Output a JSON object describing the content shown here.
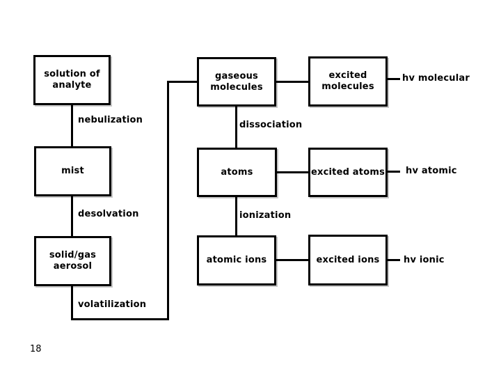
{
  "slide": {
    "page_number": "18",
    "background_color": "#ffffff",
    "line_color": "#000000",
    "text_color": "#000000"
  },
  "diagram": {
    "type": "flowchart",
    "nodes": [
      {
        "id": "solution",
        "label_line1": "solution of",
        "label_line2": "analyte",
        "column": 1,
        "row": 1
      },
      {
        "id": "mist",
        "label_line1": "mist",
        "label_line2": "",
        "column": 1,
        "row": 2
      },
      {
        "id": "aerosol",
        "label_line1": "solid/gas",
        "label_line2": "aerosol",
        "column": 1,
        "row": 3
      },
      {
        "id": "gaseous",
        "label_line1": "gaseous",
        "label_line2": "molecules",
        "column": 2,
        "row": 1
      },
      {
        "id": "atoms",
        "label_line1": "atoms",
        "label_line2": "",
        "column": 2,
        "row": 2
      },
      {
        "id": "atomic-ions",
        "label_line1": "atomic ions",
        "label_line2": "",
        "column": 2,
        "row": 3
      },
      {
        "id": "excited-mol",
        "label_line1": "excited",
        "label_line2": "molecules",
        "column": 3,
        "row": 1
      },
      {
        "id": "excited-atoms",
        "label_line1": "excited atoms",
        "label_line2": "",
        "column": 3,
        "row": 2
      },
      {
        "id": "excited-ions",
        "label_line1": "excited ions",
        "label_line2": "",
        "column": 3,
        "row": 3
      }
    ],
    "edge_labels": {
      "nebulization": "nebulization",
      "desolvation": "desolvation",
      "volatilization": "volatilization",
      "dissociation": "dissociation",
      "ionization": "ionization"
    },
    "emission_labels": {
      "molecular": "hv molecular",
      "atomic": "hv atomic",
      "ionic": "hv ionic"
    }
  }
}
